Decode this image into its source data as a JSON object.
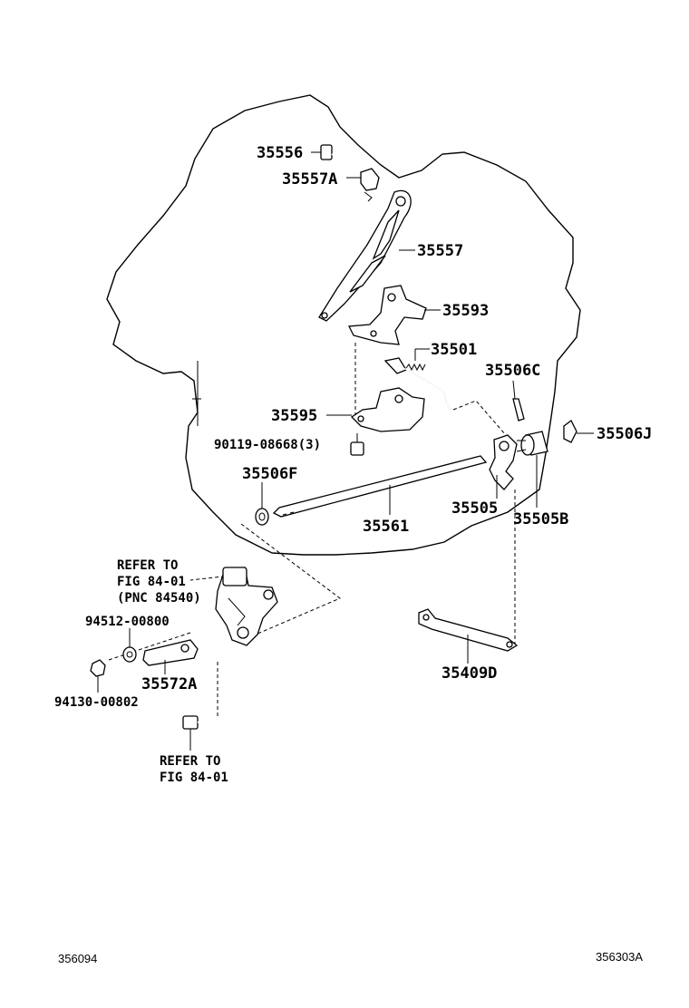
{
  "labels": {
    "p35556": "35556",
    "p35557A": "35557A",
    "p35557": "35557",
    "p35593": "35593",
    "p35501": "35501",
    "p35506C": "35506C",
    "p35595": "35595",
    "p35506J": "35506J",
    "p90119": "90119-08668(3)",
    "p35506F": "35506F",
    "p35505": "35505",
    "p35561": "35561",
    "p35505B": "35505B",
    "p94512": "94512-00800",
    "p35572A": "35572A",
    "p94130": "94130-00802",
    "p35409D": "35409D"
  },
  "notes": {
    "refer1_line1": "REFER TO",
    "refer1_line2": "FIG 84-01",
    "refer1_line3": "(PNC 84540)",
    "refer2_line1": "REFER TO",
    "refer2_line2": "FIG 84-01"
  },
  "footer": {
    "left_code": "356094",
    "right_code": "356303A"
  }
}
